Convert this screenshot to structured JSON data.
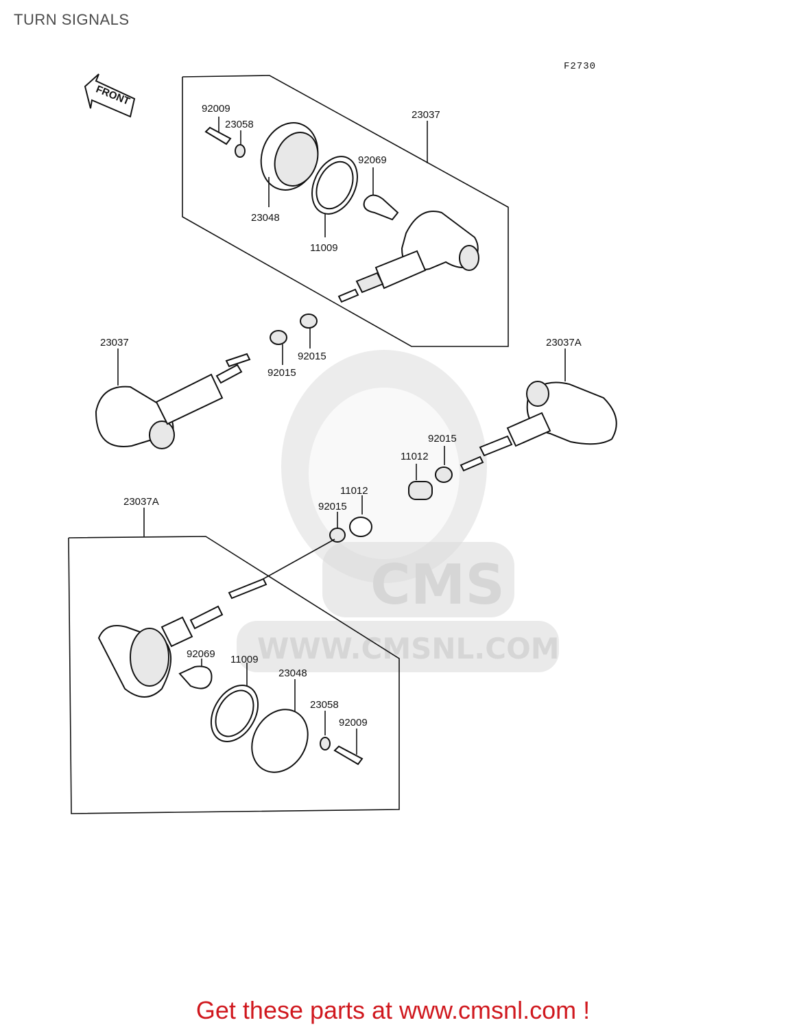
{
  "page": {
    "title": "TURN SIGNALS",
    "diagram_code": "F2730",
    "front_label": "FRONT",
    "footer_link": "Get these parts at www.cmsnl.com !",
    "watermark": {
      "brand": "CMS",
      "url": "WWW.CMSNL.COM"
    }
  },
  "callouts": {
    "top_92009": "92009",
    "top_23058": "23058",
    "top_23037": "23037",
    "top_92069": "92069",
    "top_23048": "23048",
    "top_11009": "11009",
    "left_23037": "23037",
    "mid_92015_a": "92015",
    "mid_92015_b": "92015",
    "right_23037A": "23037A",
    "right_92015": "92015",
    "right_11012": "11012",
    "mid_11012": "11012",
    "mid_92015_c": "92015",
    "bottom_23037A": "23037A",
    "bottom_92069": "92069",
    "bottom_11009": "11009",
    "bottom_23048": "23048",
    "bottom_23058": "23058",
    "bottom_92009": "92009"
  },
  "colors": {
    "footer": "#d0181e",
    "title": "#4a4a4a",
    "watermark": "#dcdcdc"
  }
}
